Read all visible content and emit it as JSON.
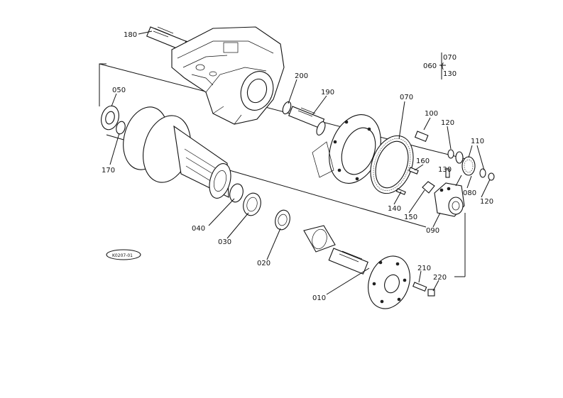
{
  "labels": {
    "p180": "180",
    "p200": "200",
    "p190": "190",
    "p050": "050",
    "p170": "170",
    "p070": "070",
    "p100": "100",
    "p120a": "120",
    "p110": "110",
    "p130": "130",
    "p080": "080",
    "p120b": "120",
    "p160": "160",
    "p140": "140",
    "p150": "150",
    "p090": "090",
    "p040": "040",
    "p030": "030",
    "p020": "020",
    "p010": "010",
    "p210": "210",
    "p220": "220",
    "legend_top": "070",
    "legend_main": "060",
    "legend_brace": "{",
    "legend_bottom": "130",
    "ref_code": "K0207-01"
  }
}
